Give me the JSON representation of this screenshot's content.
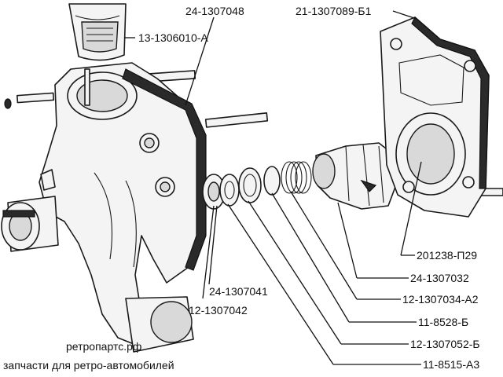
{
  "labels": {
    "thermostat_housing": "13-1306010-А",
    "housing_gasket": "24-1307048",
    "back_cover_gasket": "21-1307089-Б1",
    "impeller_bolt": "201238-П29",
    "impeller": "24-1307032",
    "seal_ring": "12-1307034-А2",
    "spring_ring": "11-8528-Б",
    "seal_holder": "12-1307052-Б",
    "lock_ring": "11-8515-А3",
    "seal_washer": "24-1307041",
    "seal_spring": "12-1307042"
  },
  "watermark": {
    "site": "ретропартс.рф",
    "tagline": "запчасти для ретро-автомобилей"
  }
}
